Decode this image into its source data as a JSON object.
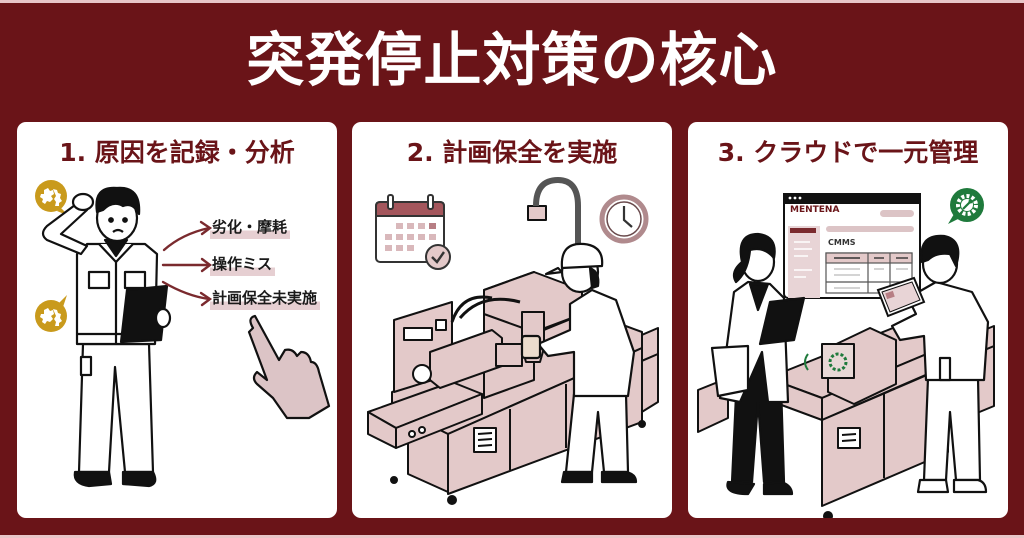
{
  "main_title": "突発停止対策の核心",
  "colors": {
    "background": "#6a1418",
    "accent_light": "#e6cfd2",
    "machine_fill": "#e3c9c9",
    "title_text": "#6a1418",
    "warning_icon": "#c99a1c",
    "maintenance_icon": "#1f7a3c"
  },
  "panels": [
    {
      "title": "1. 原因を記録・分析",
      "icons": [
        "broken-gear-bubble-icon",
        "broken-gear-bubble-icon",
        "pointing-hand-icon",
        "arrow-icon"
      ],
      "causes": [
        "劣化・摩耗",
        "操作ミス",
        "計画保全未実施"
      ]
    },
    {
      "title": "2. 計画保全を実施",
      "icons": [
        "calendar-check-icon",
        "clock-icon",
        "machine-illustration"
      ]
    },
    {
      "title": "3. クラウドで一元管理",
      "icons": [
        "maintenance-gear-bubble-icon",
        "tablet-icon",
        "machine-illustration"
      ],
      "screen": {
        "brand": "MENTENA",
        "subtitle": "CMMS"
      }
    }
  ]
}
